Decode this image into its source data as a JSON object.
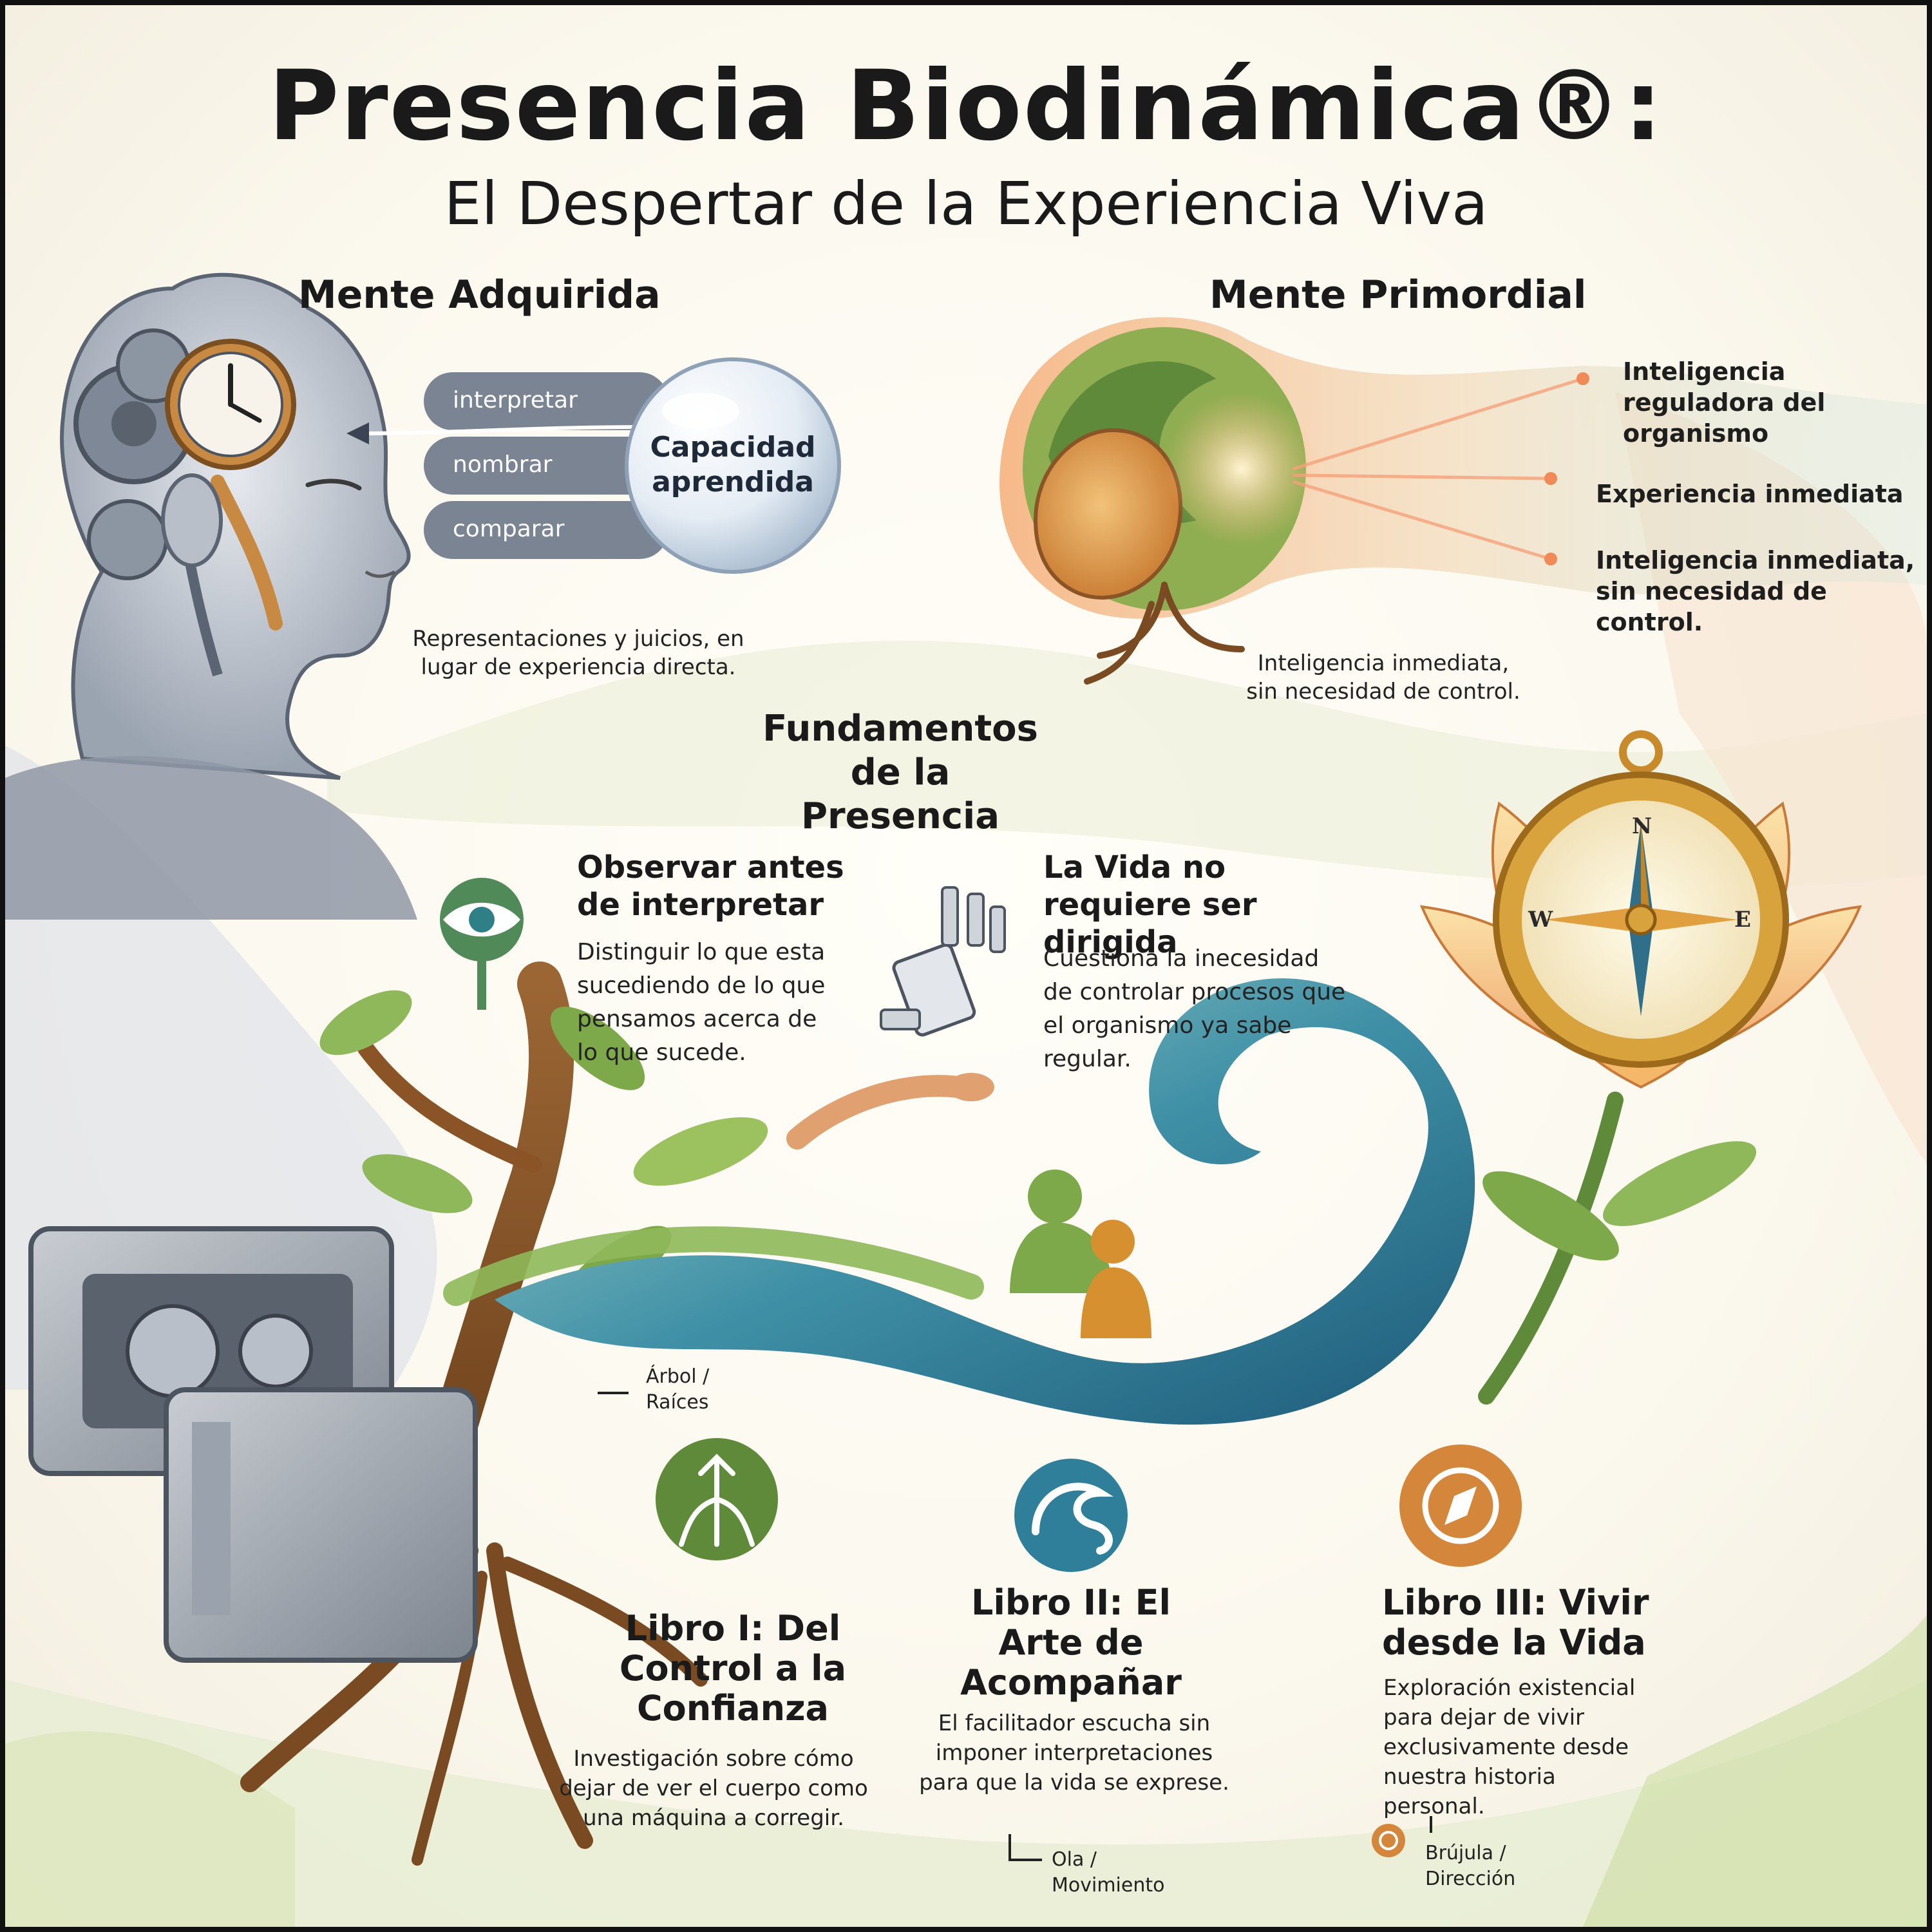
{
  "header": {
    "title": "Presencia Biodinámica®:",
    "subtitle": "El Despertar de la Experiencia Viva"
  },
  "mente_adquirida": {
    "heading": "Mente Adquirida",
    "pills": [
      "interpretar",
      "nombrar",
      "comparar"
    ],
    "bubble": "Capacidad aprendida",
    "caption": "Representaciones y juicios, en lugar de experiencia directa."
  },
  "mente_primordial": {
    "heading": "Mente Primordial",
    "items": [
      "Inteligencia reguladora del organismo",
      "Experiencia inmediata",
      "Inteligencia inmediata, sin necesidad de control."
    ],
    "caption": "Inteligencia inmediata, sin necesidad de control."
  },
  "fundamentos": {
    "heading": "Fundamentos de la Presencia",
    "observar": {
      "title": "Observar antes de interpretar",
      "text": "Distinguir lo que esta sucediendo de lo que pensamos acerca de lo que sucede."
    },
    "vida": {
      "title": "La Vida no requiere ser dirigida",
      "text": "Cuestiona la inecesidad de controlar procesos que el organismo ya sabe regular."
    }
  },
  "compass": {
    "n": "N",
    "e": "E",
    "w": "W"
  },
  "books": [
    {
      "title": "Libro I: Del Control a la Confianza",
      "text": "Investigación sobre cómo dejar de ver el cuerpo como una máquina a corregir.",
      "tag": "Árbol / Raíces"
    },
    {
      "title": "Libro II: El Arte de Acompañar",
      "text": "El facilitador escucha sin imponer interpretaciones para que la vida se exprese.",
      "tag": "Ola / Movimiento"
    },
    {
      "title": "Libro III: Vivir desde la Vida",
      "text": "Exploración existencial para dejar de vivir exclusivamente desde nuestra historia personal.",
      "tag": "Brújula / Dirección"
    }
  ],
  "icons": {
    "eye": "eye-icon",
    "robot_hand": "robot-hand-icon",
    "roots": "roots-icon",
    "wave": "wave-icon",
    "compass": "compass-icon"
  },
  "colors": {
    "green": "#5e8a3a",
    "teal": "#2f7f86",
    "orange": "#d4873a",
    "brown": "#8a5426",
    "gray": "#6f7886"
  }
}
